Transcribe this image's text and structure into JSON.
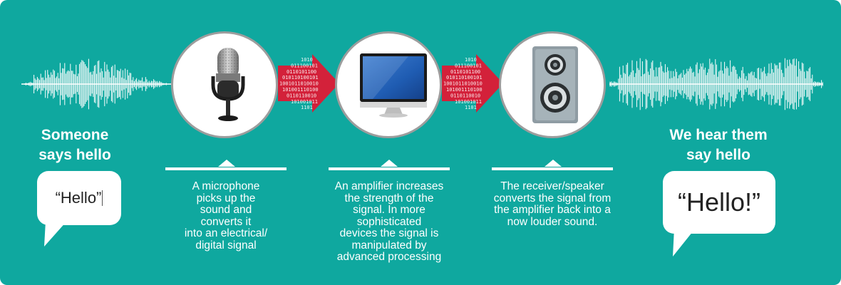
{
  "speaker": {
    "heading_line1": "Someone",
    "heading_line2": "says hello",
    "bubble_text": "“Hello”"
  },
  "listener": {
    "heading_line1": "We hear them",
    "heading_line2": "say hello",
    "bubble_text": "“Hello!”"
  },
  "stages": [
    {
      "icon": "microphone-icon",
      "lines": [
        "A microphone",
        "picks up the",
        "sound and",
        "converts it",
        "into an electrical/",
        "digital signal"
      ]
    },
    {
      "icon": "monitor-icon",
      "lines": [
        "An amplifier increases",
        "the strength of the",
        "signal. In more",
        "sophisticated",
        "devices the signal is",
        "manipulated by",
        "advanced processing"
      ]
    },
    {
      "icon": "speaker-icon",
      "lines": [
        "The receiver/speaker",
        "converts the signal from",
        "the amplifier back into a",
        "now louder sound."
      ]
    }
  ],
  "binary_arrow": {
    "rows": [
      "1010",
      "011100101",
      "0110101100",
      "010110100101",
      "1001011010010",
      "101001110100",
      "0110110010",
      "101001011",
      "1101"
    ]
  },
  "colors": {
    "background": "#0fa89f",
    "arrow_red": "#d3213a",
    "circle_border": "#9d9d9d",
    "text": "#ffffff"
  }
}
